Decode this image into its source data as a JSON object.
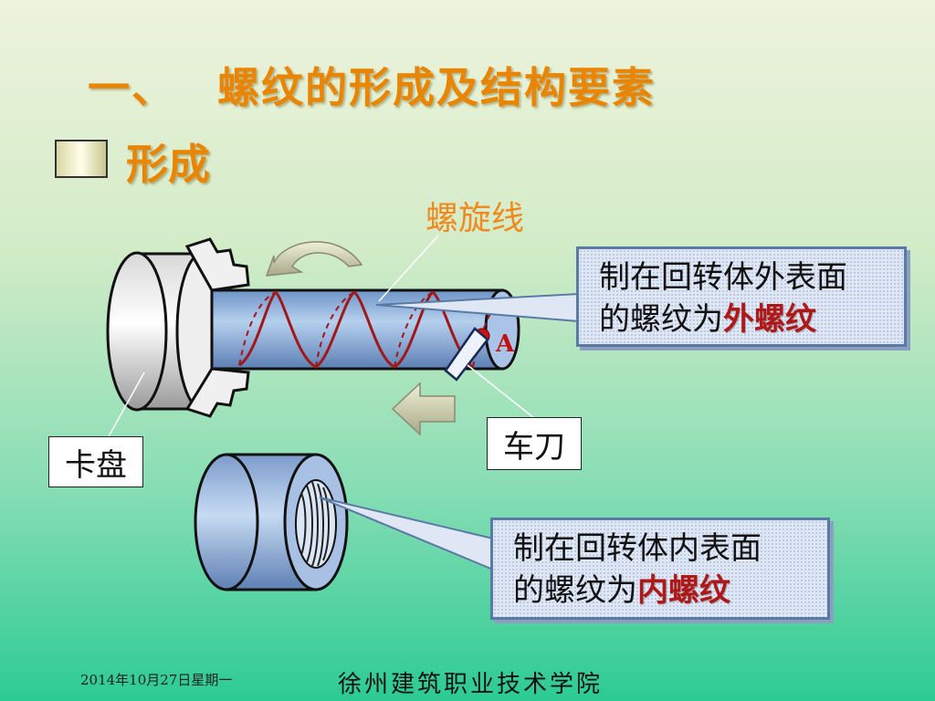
{
  "slide": {
    "title_number": "一、",
    "title_text": "螺纹的形成及结构要素",
    "subtitle": "形成"
  },
  "diagram": {
    "helix_label": "螺旋线",
    "chuck_label": "卡盘",
    "tool_label": "车刀",
    "point_label": "A"
  },
  "callouts": {
    "external": {
      "line1": "制在回转体外表面",
      "line2_prefix": "的螺纹为",
      "line2_emphasis": "外螺纹"
    },
    "internal": {
      "line1": "制在回转体内表面",
      "line2_prefix": "的螺纹为",
      "line2_emphasis": "内螺纹"
    }
  },
  "footer": {
    "date": "2014年10月27日星期一",
    "school": "徐州建筑职业技术学院"
  },
  "colors": {
    "title": "#e98500",
    "emphasis": "#b01818",
    "callout_border": "#5a7aa6"
  }
}
